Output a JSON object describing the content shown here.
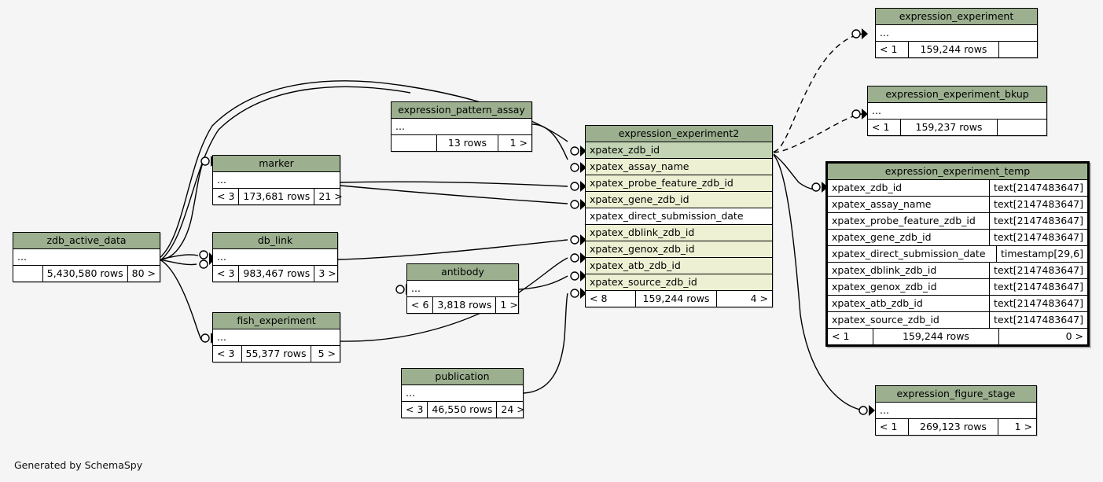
{
  "diagram": {
    "generator_credit": "Generated by SchemaSpy",
    "background_color": "#f5f5f5",
    "header_color": "#9cb08f",
    "primary_key_color": "#c3d4b5",
    "column_color": "#eef0d3",
    "edge_color": "#000000"
  },
  "tables": {
    "zdb_active_data": {
      "title": "zdb_active_data",
      "ellipsis": "...",
      "footer": {
        "left": "",
        "center": "5,430,580 rows",
        "right": "80 >"
      }
    },
    "marker": {
      "title": "marker",
      "ellipsis": "...",
      "footer": {
        "left": "< 3",
        "center": "173,681 rows",
        "right": "21 >"
      }
    },
    "db_link": {
      "title": "db_link",
      "ellipsis": "...",
      "footer": {
        "left": "< 3",
        "center": "983,467 rows",
        "right": "3 >"
      }
    },
    "fish_experiment": {
      "title": "fish_experiment",
      "ellipsis": "...",
      "footer": {
        "left": "< 3",
        "center": "55,377 rows",
        "right": "5 >"
      }
    },
    "expression_pattern_assay": {
      "title": "expression_pattern_assay",
      "ellipsis": "...",
      "footer": {
        "left": "",
        "center": "13 rows",
        "right": "1 >"
      }
    },
    "antibody": {
      "title": "antibody",
      "ellipsis": "...",
      "footer": {
        "left": "< 6",
        "center": "3,818 rows",
        "right": "1 >"
      }
    },
    "publication": {
      "title": "publication",
      "ellipsis": "...",
      "footer": {
        "left": "< 3",
        "center": "46,550 rows",
        "right": "24 >"
      }
    },
    "expression_experiment2": {
      "title": "expression_experiment2",
      "columns": [
        {
          "name": "xpatex_zdb_id",
          "kind": "pk"
        },
        {
          "name": "xpatex_assay_name",
          "kind": "fk"
        },
        {
          "name": "xpatex_probe_feature_zdb_id",
          "kind": "fk"
        },
        {
          "name": "xpatex_gene_zdb_id",
          "kind": "fk"
        },
        {
          "name": "xpatex_direct_submission_date",
          "kind": "plain"
        },
        {
          "name": "xpatex_dblink_zdb_id",
          "kind": "fk"
        },
        {
          "name": "xpatex_genox_zdb_id",
          "kind": "fk"
        },
        {
          "name": "xpatex_atb_zdb_id",
          "kind": "fk"
        },
        {
          "name": "xpatex_source_zdb_id",
          "kind": "fk"
        }
      ],
      "footer": {
        "left": "< 8",
        "center": "159,244 rows",
        "right": "4 >"
      }
    },
    "expression_experiment": {
      "title": "expression_experiment",
      "ellipsis": "...",
      "footer": {
        "left": "< 1",
        "center": "159,244 rows",
        "right": ""
      }
    },
    "expression_experiment_bkup": {
      "title": "expression_experiment_bkup",
      "ellipsis": "...",
      "footer": {
        "left": "< 1",
        "center": "159,237 rows",
        "right": ""
      }
    },
    "expression_experiment_temp": {
      "title": "expression_experiment_temp",
      "focused": true,
      "columns": [
        {
          "name": "xpatex_zdb_id",
          "type": "text[2147483647]"
        },
        {
          "name": "xpatex_assay_name",
          "type": "text[2147483647]"
        },
        {
          "name": "xpatex_probe_feature_zdb_id",
          "type": "text[2147483647]"
        },
        {
          "name": "xpatex_gene_zdb_id",
          "type": "text[2147483647]"
        },
        {
          "name": "xpatex_direct_submission_date",
          "type": "timestamp[29,6]"
        },
        {
          "name": "xpatex_dblink_zdb_id",
          "type": "text[2147483647]"
        },
        {
          "name": "xpatex_genox_zdb_id",
          "type": "text[2147483647]"
        },
        {
          "name": "xpatex_atb_zdb_id",
          "type": "text[2147483647]"
        },
        {
          "name": "xpatex_source_zdb_id",
          "type": "text[2147483647]"
        }
      ],
      "footer": {
        "left": "< 1",
        "center": "159,244 rows",
        "right": "0 >"
      }
    },
    "expression_figure_stage": {
      "title": "expression_figure_stage",
      "ellipsis": "...",
      "footer": {
        "left": "< 1",
        "center": "269,123 rows",
        "right": "1 >"
      }
    }
  }
}
